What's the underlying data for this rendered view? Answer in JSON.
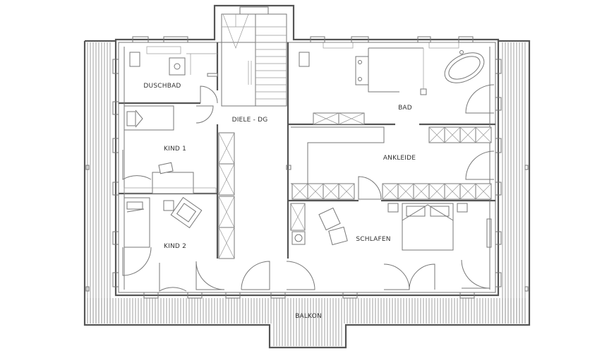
{
  "rooms": {
    "duschbad": "DUSCHBAD",
    "diele": "DIELE - DG",
    "bad": "BAD",
    "kind1": "KIND 1",
    "ankleide": "ANKLEIDE",
    "kind2": "KIND 2",
    "schlafen": "SCHLAFEN",
    "balkon": "BALKON"
  },
  "colors": {
    "wall": "#555555",
    "line": "#777777",
    "background": "#ffffff"
  }
}
